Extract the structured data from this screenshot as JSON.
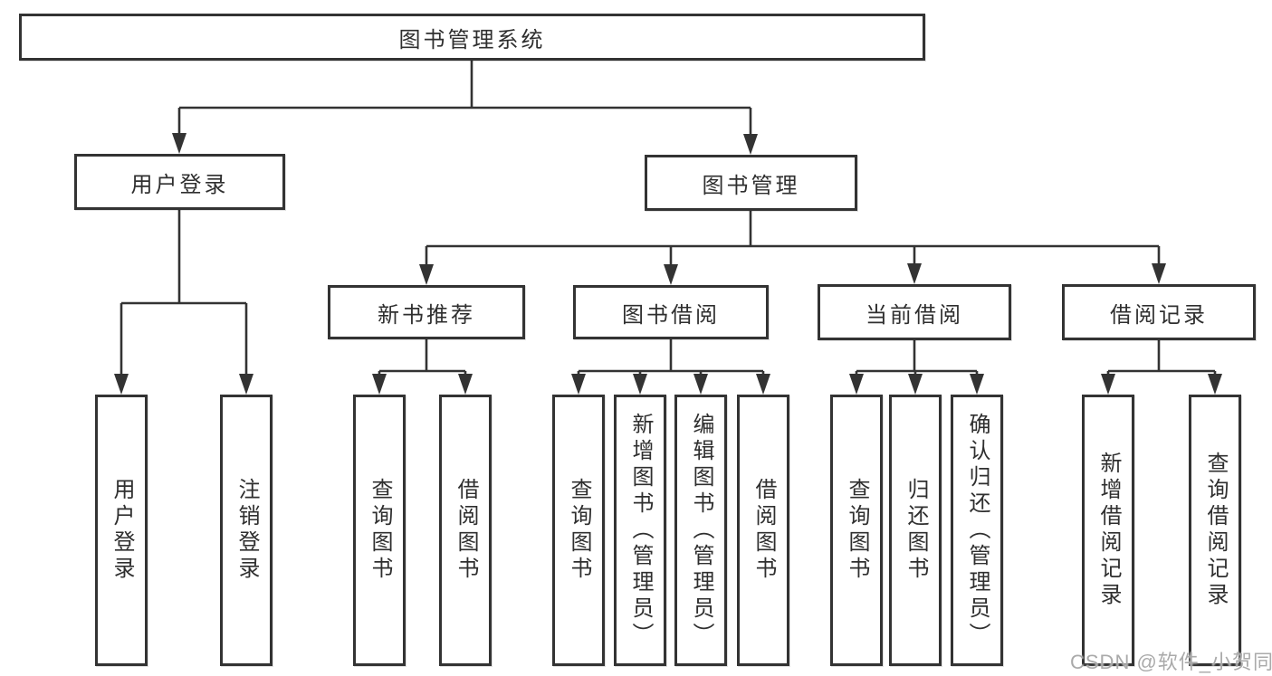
{
  "diagram": {
    "type": "hierarchy",
    "root": {
      "label": "图书管理系统"
    },
    "level2": {
      "user_login": {
        "label": "用户登录"
      },
      "book_management": {
        "label": "图书管理"
      }
    },
    "level3": {
      "new_books": {
        "label": "新书推荐"
      },
      "book_borrow": {
        "label": "图书借阅"
      },
      "current_borrow": {
        "label": "当前借阅"
      },
      "borrow_records": {
        "label": "借阅记录"
      }
    },
    "leaves": {
      "login": "用户登录",
      "logout": "注销登录",
      "nb_query": "查询图书",
      "nb_borrow": "借阅图书",
      "bb_query": "查询图书",
      "bb_add": "新增图书（管理员）",
      "bb_edit": "编辑图书（管理员）",
      "bb_borrow": "借阅图书",
      "cb_query": "查询图书",
      "cb_return": "归还图书",
      "cb_confirm": "确认归还（管理员）",
      "br_add": "新增借阅记录",
      "br_query": "查询借阅记录"
    },
    "hierarchy": {
      "图书管理系统": [
        "用户登录",
        "图书管理"
      ],
      "用户登录": [
        "用户登录",
        "注销登录"
      ],
      "图书管理": [
        "新书推荐",
        "图书借阅",
        "当前借阅",
        "借阅记录"
      ],
      "新书推荐": [
        "查询图书",
        "借阅图书"
      ],
      "图书借阅": [
        "查询图书",
        "新增图书（管理员）",
        "编辑图书（管理员）",
        "借阅图书"
      ],
      "当前借阅": [
        "查询图书",
        "归还图书",
        "确认归还（管理员）"
      ],
      "借阅记录": [
        "新增借阅记录",
        "查询借阅记录"
      ]
    },
    "colors": {
      "line": "#333333",
      "border": "#333333",
      "text": "#2f2f2f",
      "box_background": "#ffffff",
      "watermark": "#a5a5a5"
    },
    "watermark": "CSDN @软件_小贺同学"
  }
}
